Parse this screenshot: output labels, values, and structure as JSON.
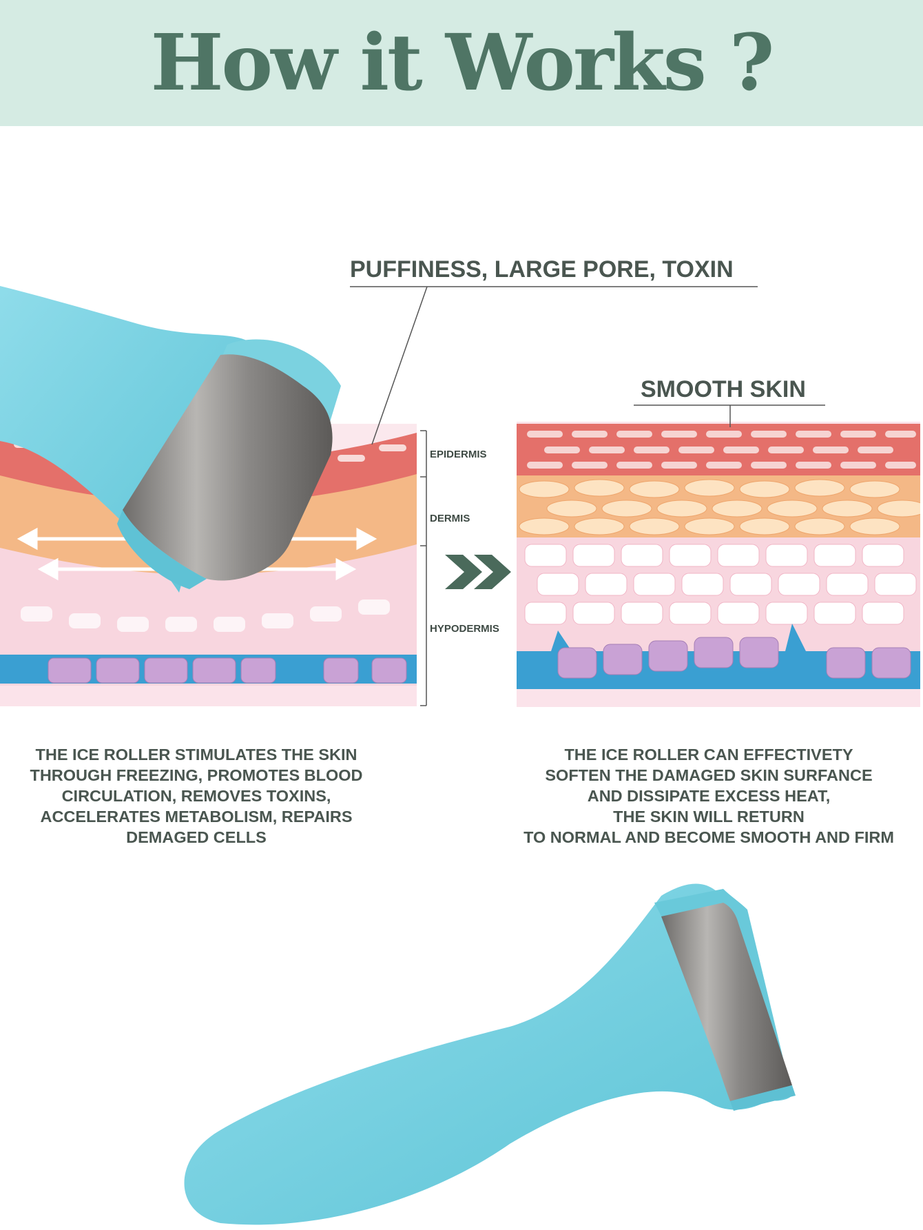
{
  "banner": {
    "title": "How it Works ?"
  },
  "labels": {
    "problem": "PUFFINESS, LARGE PORE, TOXIN",
    "result": "SMOOTH SKIN"
  },
  "layers": {
    "epidermis": "EPIDERMIS",
    "dermis": "DERMIS",
    "hypodermis": "HYPODERMIS"
  },
  "descriptions": {
    "left": [
      "THE ICE ROLLER STIMULATES THE SKIN",
      "THROUGH FREEZING, PROMOTES BLOOD",
      "CIRCULATION, REMOVES TOXINS,",
      "ACCELERATES METABOLISM, REPAIRS",
      "DEMAGED CELLS"
    ],
    "right": [
      "THE ICE ROLLER CAN EFFECTIVETY",
      "SOFTEN THE DAMAGED SKIN SURFANCE",
      "AND DISSIPATE EXCESS HEAT,",
      "THE SKIN WILL RETURN",
      "TO NORMAL AND BECOME SMOOTH AND FIRM"
    ]
  },
  "icons": {
    "arrow": "double-chevron-right-icon",
    "roller": "ice-roller-icon"
  },
  "colors": {
    "banner_bg": "#d5ebe3",
    "banner_text": "#4f7565",
    "label_text": "#4a5650",
    "roller_body": "#79d3e2",
    "roller_metal": "#9b9a98",
    "epidermis": "#e4706a",
    "dermis": "#f4b886",
    "hypodermis": "#f8d6df",
    "vessel_blue": "#3a9fd2",
    "cell_purple": "#c9a2d5"
  }
}
